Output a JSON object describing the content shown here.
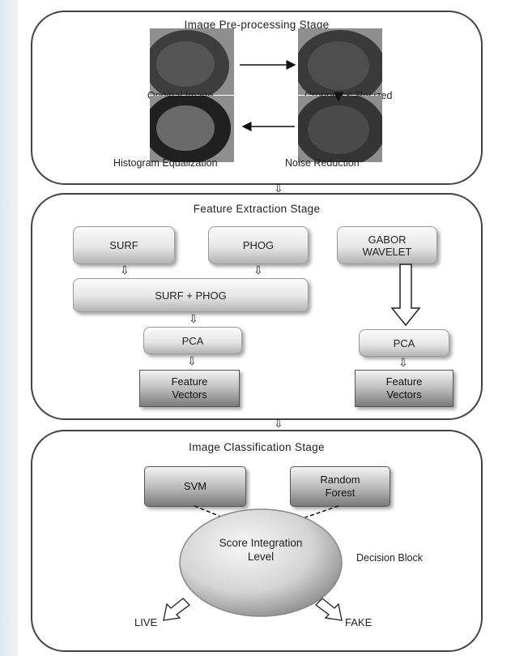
{
  "stages": {
    "preprocessing": {
      "title": "Image Pre-processing Stage",
      "images": {
        "original": "Original Image",
        "cropped": "Cropped & Resized",
        "histogram": "Histogram Equalization",
        "noise": "Noise Reduction"
      }
    },
    "feature": {
      "title": "Feature Extraction Stage",
      "surf": "SURF",
      "phog": "PHOG",
      "gabor": "GABOR WAVELET",
      "surf_phog": "SURF + PHOG",
      "pca_left": "PCA",
      "pca_right": "PCA",
      "fv_left": "Feature Vectors",
      "fv_right": "Feature Vectors"
    },
    "classification": {
      "title": "Image Classification Stage",
      "svm": "SVM",
      "rf": "Random Forest",
      "score": "Score Integration Level",
      "decision": "Decision Block",
      "live": "LIVE",
      "fake": "FAKE"
    }
  }
}
